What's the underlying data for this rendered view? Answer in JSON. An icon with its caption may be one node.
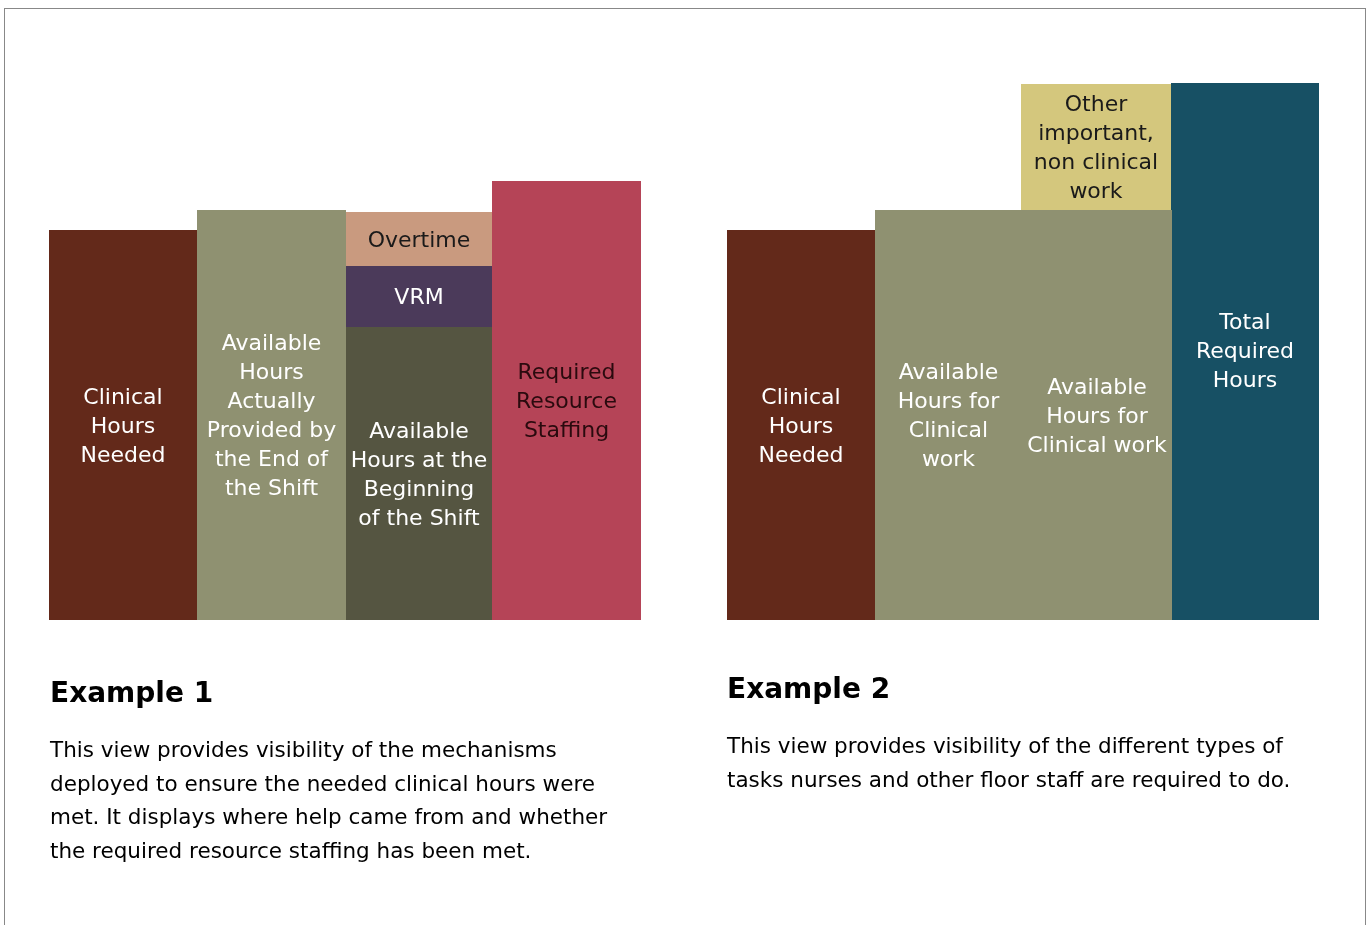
{
  "diagram": {
    "nodes": [
      {
        "text": [
          "Clinical Hours Needed"
        ]
      },
      {
        "text": [
          "Available Hours Actually Provided by the End of the Shift"
        ]
      },
      {
        "text": [
          "Overtime"
        ]
      },
      {
        "text": [
          "VRM"
        ]
      },
      {
        "text": [
          "Available Hours at the Beginning of the Shift"
        ]
      },
      {
        "text": [
          "Required Resource Staffing"
        ]
      },
      {
        "text": [
          "Other important, non clinical work"
        ]
      },
      {
        "text": [
          "Total Required Hours"
        ]
      },
      {
        "text": [
          "Clinical Hours Needed"
        ]
      },
      {
        "text": [
          "Available Hours for Clinical work"
        ]
      },
      {
        "text": [
          "Available Hours for Clinical work"
        ]
      }
    ],
    "edges": [],
    "labels": [
      "Example 1",
      "This view provides visibility of the mechanisms deployed to ensure the needed clinical hours were met. It displays where help came from and whether the required resource staffing has been met.",
      "Example 2",
      "This view provides visibility of the different types of tasks nurses and other floor staff are required to do."
    ]
  }
}
